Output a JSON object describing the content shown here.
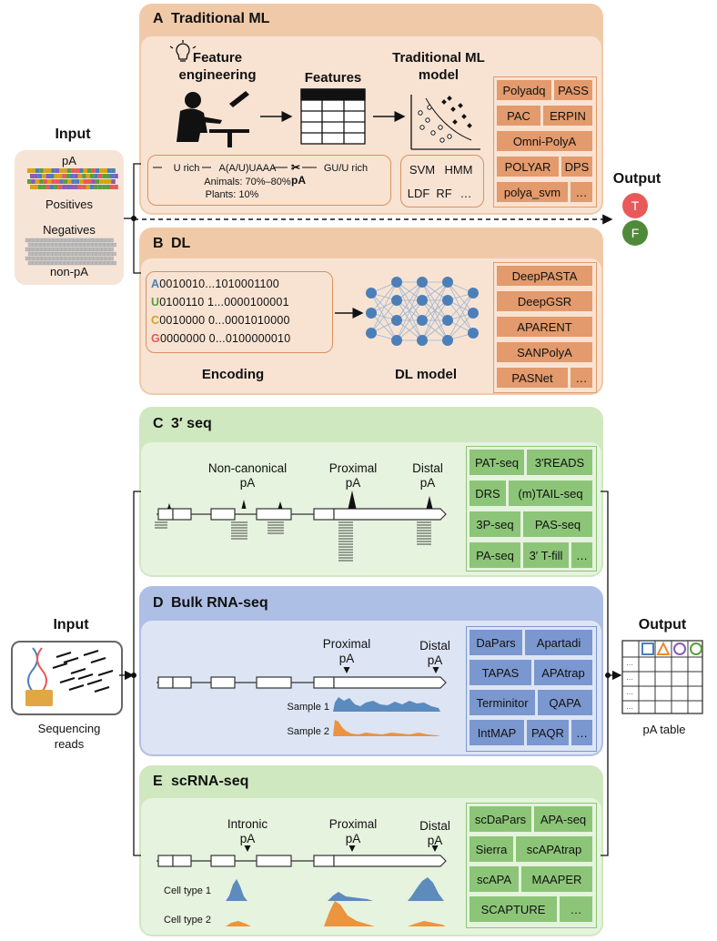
{
  "input_top": {
    "title": "Input",
    "pA": "pA",
    "positives": "Positives",
    "negatives": "Negatives",
    "non_pa": "non-pA"
  },
  "output_top": {
    "title": "Output",
    "true_label": "T",
    "false_label": "F"
  },
  "panel_a": {
    "letter": "A",
    "title": "Traditional ML",
    "feature_engineering": "Feature engineering",
    "features": "Features",
    "model": "Traditional ML model",
    "signals": {
      "u_rich": "U rich",
      "hexamer": "A(A/U)UAAA",
      "gu_rich": "GU/U rich",
      "animals": "Animals: 70%–80%",
      "pa": "pA",
      "plants": "Plants: 10%"
    },
    "models": [
      "SVM",
      "HMM",
      "LDF",
      "RF",
      "…"
    ],
    "tools": [
      "Polyadq",
      "PASS",
      "PAC",
      "ERPIN",
      "Omni-PolyA",
      "POLYAR",
      "DPS",
      "polya_svm",
      "…"
    ]
  },
  "panel_b": {
    "letter": "B",
    "title": "DL",
    "encoding": "Encoding",
    "dl_model": "DL model",
    "encoding_rows": [
      {
        "base": "A",
        "bits": "0010010...1010001100"
      },
      {
        "base": "U",
        "bits": "0100110 1...0000100001"
      },
      {
        "base": "C",
        "bits": "0010000 0...0001010000"
      },
      {
        "base": "G",
        "bits": "0000000 0...0100000010"
      }
    ],
    "tools": [
      "DeepPASTA",
      "DeepGSR",
      "APARENT",
      "SANPolyA",
      "PASNet",
      "…"
    ]
  },
  "input_bottom": {
    "title": "Input",
    "caption": "Sequencing reads"
  },
  "output_bottom": {
    "title": "Output",
    "caption": "pA table"
  },
  "panel_c": {
    "letter": "C",
    "title": "3′ seq",
    "non_canonical": "Non-canonical pA",
    "proximal": "Proximal pA",
    "distal": "Distal pA",
    "tools": [
      "PAT-seq",
      "3′READS",
      "DRS",
      "(m)TAIL-seq",
      "3P-seq",
      "PAS-seq",
      "PA-seq",
      "3′ T-fill",
      "…"
    ]
  },
  "panel_d": {
    "letter": "D",
    "title": "Bulk RNA-seq",
    "proximal": "Proximal pA",
    "distal": "Distal pA",
    "sample1": "Sample 1",
    "sample2": "Sample 2",
    "tools": [
      "DaPars",
      "Apartadi",
      "TAPAS",
      "APAtrap",
      "Terminitor",
      "QAPA",
      "IntMAP",
      "PAQR",
      "…"
    ]
  },
  "panel_e": {
    "letter": "E",
    "title": "scRNA-seq",
    "intronic": "Intronic pA",
    "proximal": "Proximal pA",
    "distal": "Distal pA",
    "cell1": "Cell type 1",
    "cell2": "Cell type 2",
    "tools": [
      "scDaPars",
      "APA-seq",
      "Sierra",
      "scAPAtrap",
      "scAPA",
      "MAAPER",
      "SCAPTURE",
      "…"
    ]
  },
  "colors": {
    "orange_outer": "#f0caa8",
    "orange_inner": "#f8e3d3",
    "orange_tool": "#e39a6c",
    "green_outer": "#cfe8c0",
    "green_inner": "#e6f3de",
    "green_tool": "#8cc577",
    "blue_outer": "#aebfe6",
    "blue_inner": "#dde5f4",
    "blue_tool": "#7b97cf",
    "true_red": "#e85a5a",
    "false_green": "#4f8a3a",
    "peak_blue": "#4c7fb8",
    "peak_orange": "#ec8a2c"
  }
}
